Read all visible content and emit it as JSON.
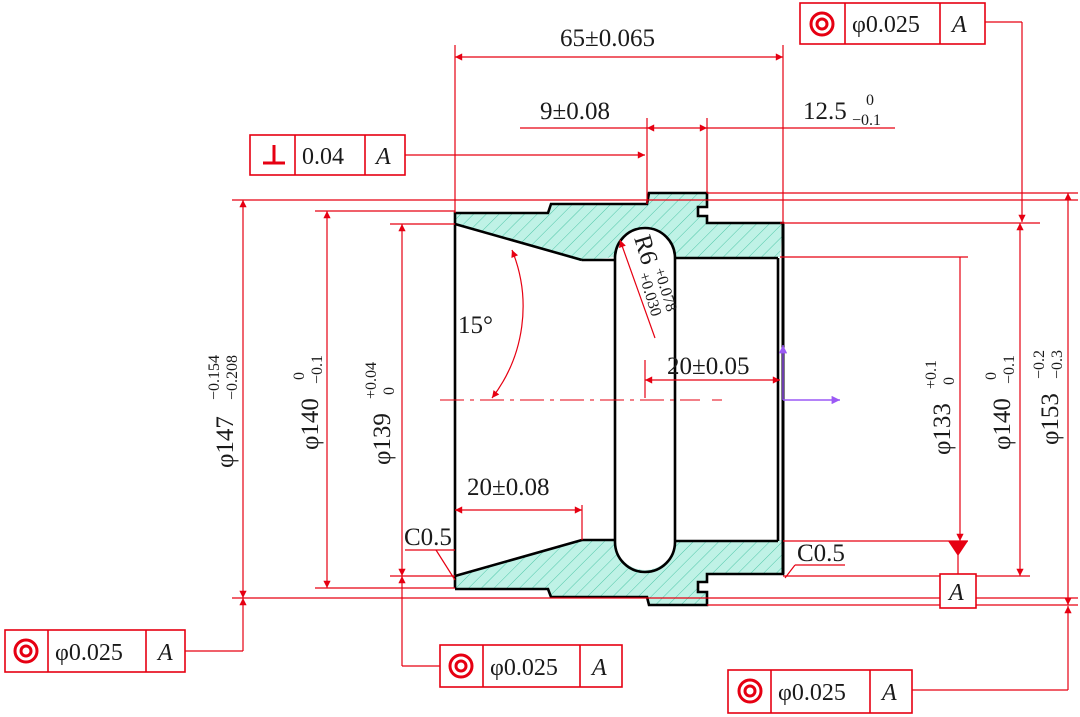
{
  "colors": {
    "dimension_line": "#e60012",
    "object_line": "#000000",
    "section_fill": "#bff2e6",
    "section_hatch": "#4fc7a8",
    "axis_arrow": "#9b59f5"
  },
  "dimensions": {
    "overall_length": "65±0.065",
    "step_length": "9±0.08",
    "groove_offset_main": "12.5",
    "groove_offset_upper": "0",
    "groove_offset_lower": "−0.1",
    "cone_length": "20±0.08",
    "groove_position": "20±0.05",
    "cone_angle": "15°",
    "chamfer_left": "C0.5",
    "chamfer_right": "C0.5",
    "groove_radius_main": "R6",
    "groove_radius_upper": "+0.078",
    "groove_radius_lower": "+0.030",
    "dia_147_main": "φ147",
    "dia_147_upper": "−0.154",
    "dia_147_lower": "−0.208",
    "dia_140_left_main": "φ140",
    "dia_140_left_upper": "0",
    "dia_140_left_lower": "−0.1",
    "dia_139_main": "φ139",
    "dia_139_upper": "+0.04",
    "dia_139_lower": "0",
    "dia_133_main": "φ133",
    "dia_133_upper": "+0.1",
    "dia_133_lower": "0",
    "dia_140_right_main": "φ140",
    "dia_140_right_upper": "0",
    "dia_140_right_lower": "−0.1",
    "dia_153_main": "φ153",
    "dia_153_upper": "−0.2",
    "dia_153_lower": "−0.3"
  },
  "feature_controls": [
    {
      "symbol": "perpendicularity-icon",
      "tolerance": "0.04",
      "datum": "A"
    },
    {
      "symbol": "concentricity-icon",
      "tolerance": "φ0.025",
      "datum": "A"
    },
    {
      "symbol": "concentricity-icon",
      "tolerance": "φ0.025",
      "datum": "A"
    },
    {
      "symbol": "concentricity-icon",
      "tolerance": "φ0.025",
      "datum": "A"
    },
    {
      "symbol": "concentricity-icon",
      "tolerance": "φ0.025",
      "datum": "A"
    }
  ],
  "datum": {
    "label": "A"
  }
}
